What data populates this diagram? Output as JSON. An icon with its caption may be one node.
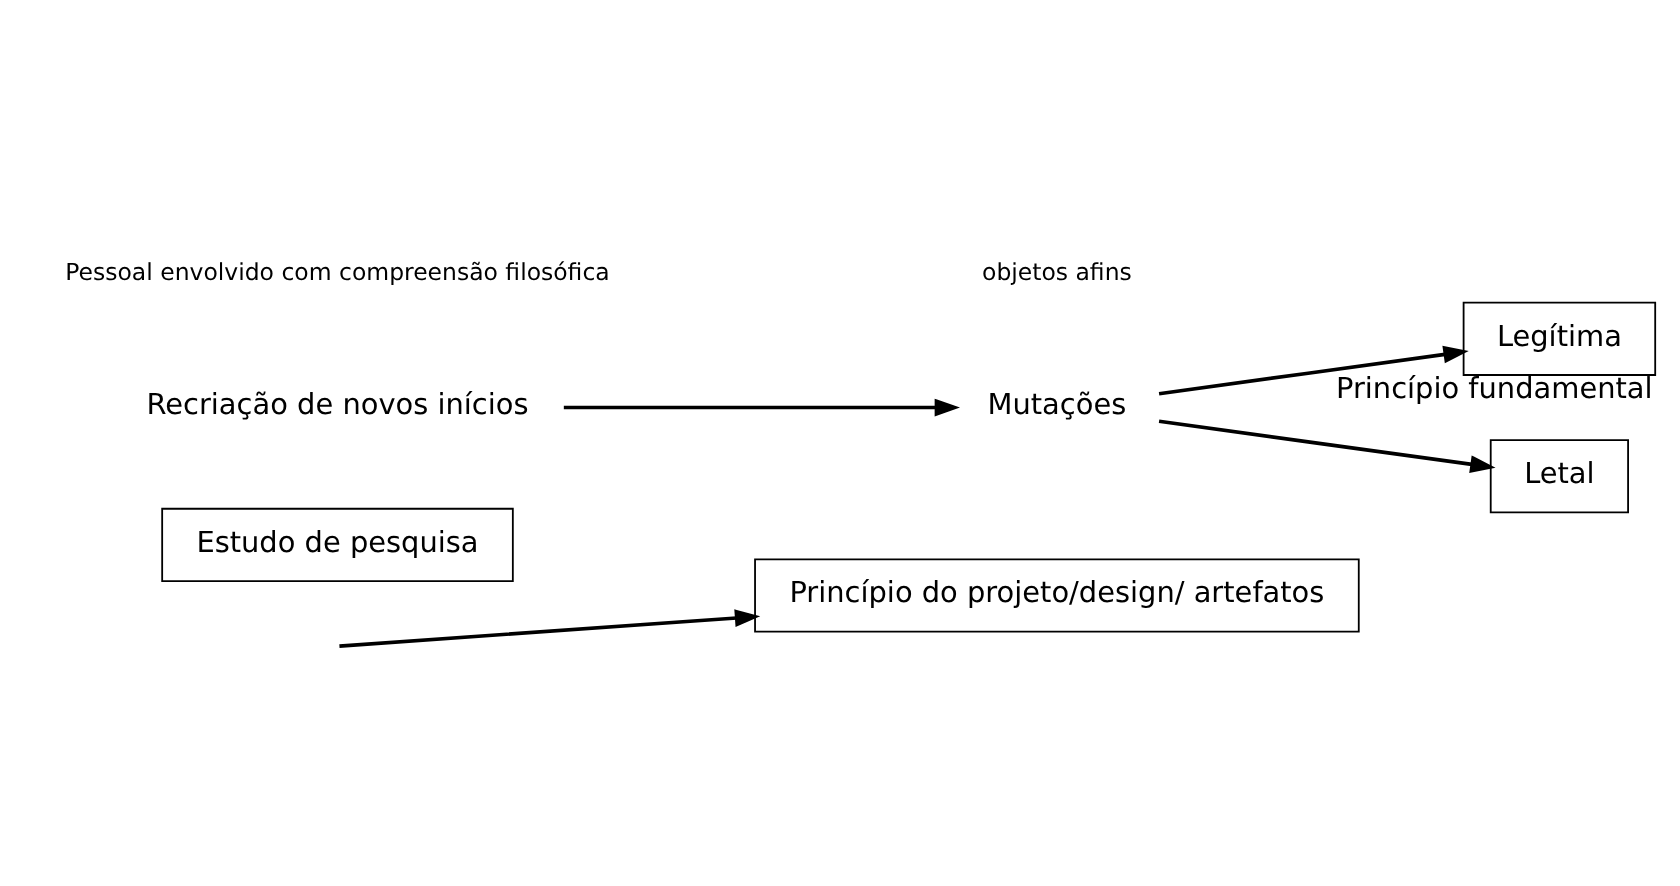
{
  "diagram": {
    "nodes": [
      {
        "text": [
          "Estudo de pesquisa"
        ]
      },
      {
        "text": [
          "Princípio do projeto/design/ artefatos"
        ]
      },
      {
        "text": [
          "Recriação de novos inícios"
        ]
      },
      {
        "text": [
          "Mutações"
        ]
      },
      {
        "text": [
          "Legítima"
        ],
        "beside": [
          "Princípio fundamental"
        ]
      },
      {
        "text": [
          "Letal"
        ]
      }
    ],
    "edges": [
      {
        "from": null,
        "to": 1,
        "arrow": "to"
      },
      {
        "from": 2,
        "to": 3,
        "arrow": "to"
      },
      {
        "from": 3,
        "to": 4,
        "arrow": "to"
      },
      {
        "from": 3,
        "to": 5,
        "arrow": "to"
      }
    ],
    "labels": [
      "Pessoal envolvido com compreensão filosófica",
      "objetos afins"
    ]
  }
}
